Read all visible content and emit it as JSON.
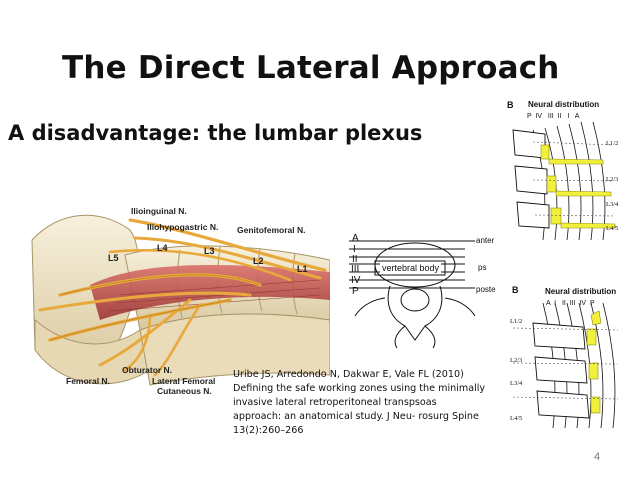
{
  "slide": {
    "title": "The Direct Lateral Approach",
    "subtitle": "A disadvantage: the lumbar plexus",
    "page_number": "4",
    "citation": [
      "Uribe JS, Arredondo N, Dakwar E, Vale FL (2010)",
      "Defining the safe working zones using the minimally",
      "invasive lateral retroperitoneal transpsoas",
      "approach: an anatomical study. J Neu- rosurg Spine",
      "13(2):260–266"
    ]
  },
  "anatomy_figure": {
    "labels": {
      "ilioinguinal": "Ilioinguinal N.",
      "iliohypogastric": "Iliohypogastric N.",
      "genitofemoral": "Genitofemoral N.",
      "l5": "L5",
      "l4": "L4",
      "l3": "L3",
      "l2": "L2",
      "l1": "L1",
      "obturator": "Obturator N.",
      "femoral": "Femoral N.",
      "lateral_femoral_1": "Lateral Femoral",
      "lateral_femoral_2": "Cutaneous N."
    }
  },
  "zones_figure": {
    "zones": [
      "A",
      "I",
      "II",
      "III",
      "IV",
      "P"
    ],
    "body_label": "vertebral body",
    "right_labels": {
      "anterior": "anter",
      "psoas": "ps",
      "posterior": "poste"
    }
  },
  "distribution_b1": {
    "panel_letter": "B",
    "heading": "Neural distribution",
    "zone_header": "P  IV   III  II   I   A",
    "levels": [
      "L1/2",
      "L2/3",
      "L3/4",
      "L4/5"
    ]
  },
  "distribution_b2": {
    "panel_letter": "B",
    "heading": "Neural distribution",
    "zone_header": "A  I   II  III  IV  P",
    "levels": [
      "L1/2",
      "L2/3",
      "L3/4",
      "L4/5"
    ]
  },
  "colors": {
    "nerve": "#e8a93c",
    "nerve_dark": "#b57a1a",
    "highlight": "#f2f03a",
    "muscle": "#c75050",
    "bone": "#efe6cf"
  }
}
